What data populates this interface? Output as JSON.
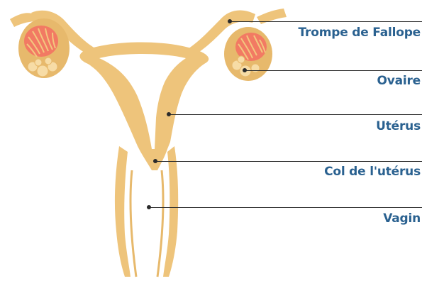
{
  "colors": {
    "body": "#EEC47B",
    "body_shade": "#E7B96C",
    "follicle": "#F27A63",
    "follicle_light": "#F6A07E",
    "follicle_stroke": "#F3C77E",
    "ova": "#F7DCA6",
    "label": "#2A6190",
    "leader": "#2B2B2B"
  },
  "labels": {
    "fallopian_tube": "Trompe de Fallope",
    "ovary": "Ovaire",
    "uterus": "Utérus",
    "cervix": "Col de l'utérus",
    "vagina": "Vagin"
  }
}
